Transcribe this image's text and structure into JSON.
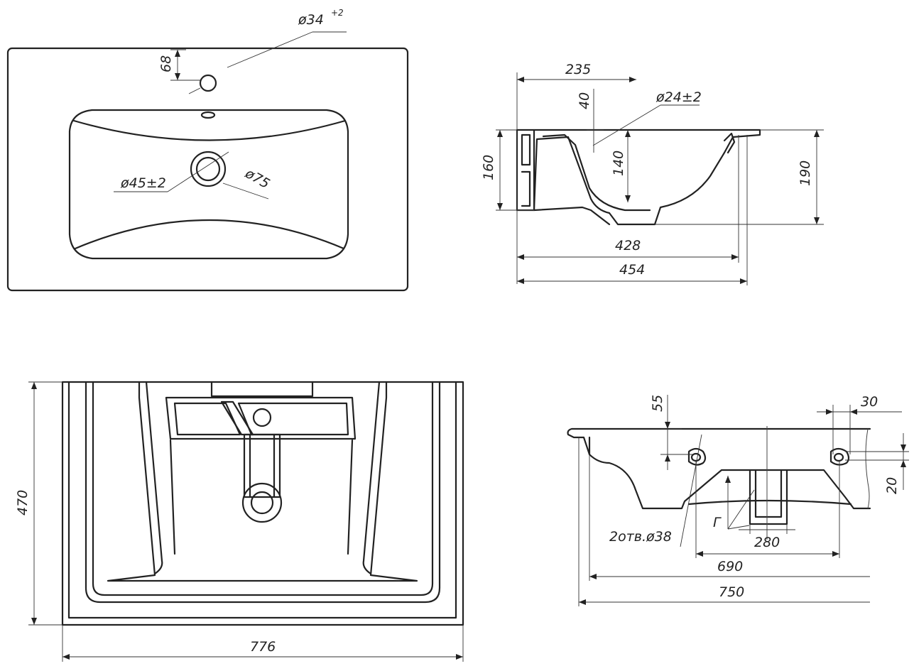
{
  "drawing": {
    "top_view": {
      "dims": {
        "tap_hole_diameter": "ø34",
        "tap_hole_tolerance": "+2",
        "tap_offset": "68",
        "drain_diameter": "ø45±2",
        "drain_outer_diameter": "ø75"
      }
    },
    "side_section": {
      "dims": {
        "depth_to_tap": "235",
        "overflow_offset": "40",
        "overflow_diameter": "ø24±2",
        "rim_height": "160",
        "bowl_depth": "140",
        "total_height": "190",
        "inner_width": "428",
        "total_width": "454"
      }
    },
    "bottom_view": {
      "dims": {
        "height": "470",
        "width": "776"
      }
    },
    "front_view": {
      "dims": {
        "hole_top_offset": "55",
        "hole_edge_offset": "30",
        "hole_size": "20",
        "mount_holes": "2отв.ø38",
        "section_mark": "Г",
        "drain_block": "280",
        "hole_spacing": "690",
        "total_width": "750"
      }
    }
  }
}
